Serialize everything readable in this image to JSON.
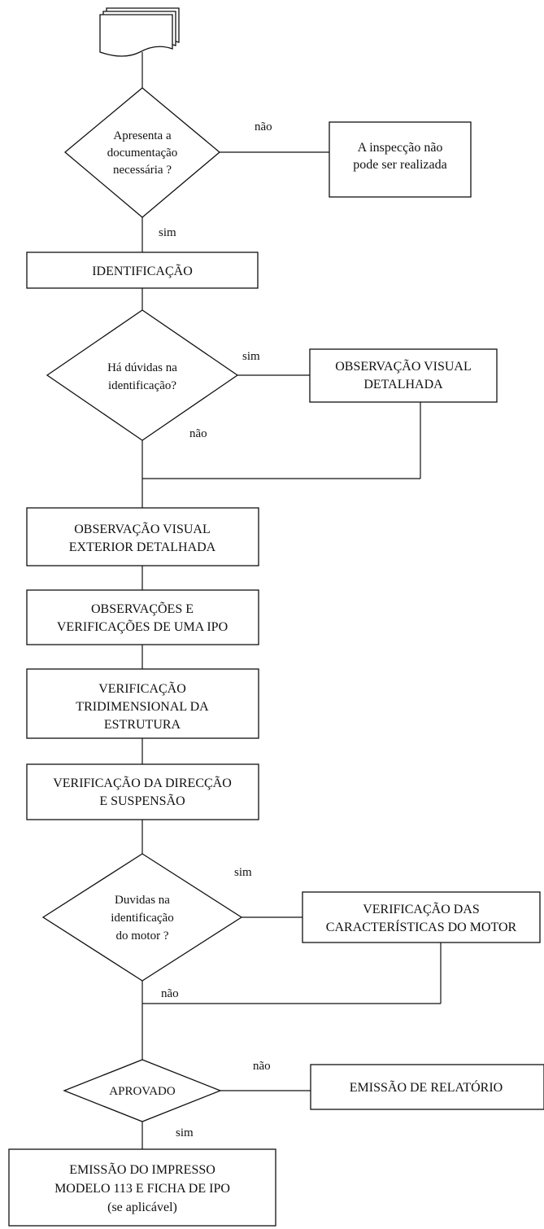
{
  "nodes": {
    "d1": {
      "lines": [
        "Apresenta a",
        "documentação",
        "necessária ?"
      ]
    },
    "b_no_insp": {
      "lines": [
        "A inspecção não",
        "pode ser realizada"
      ]
    },
    "b_ident": {
      "lines": [
        "IDENTIFICAÇÃO"
      ]
    },
    "d2": {
      "lines": [
        "Há dúvidas na",
        "identificação?"
      ]
    },
    "b_obs_det": {
      "lines": [
        "OBSERVAÇÃO VISUAL",
        "DETALHADA"
      ]
    },
    "b_obs_ext": {
      "lines": [
        "OBSERVAÇÃO VISUAL",
        "EXTERIOR DETALHADA"
      ]
    },
    "b_obs_ipo": {
      "lines": [
        "OBSERVAÇÕES E",
        "VERIFICAÇÕES DE UMA IPO"
      ]
    },
    "b_tri": {
      "lines": [
        "VERIFICAÇÃO",
        "TRIDIMENSIONAL DA",
        "ESTRUTURA"
      ]
    },
    "b_dir": {
      "lines": [
        "VERIFICAÇÃO DA DIRECÇÃO",
        "E SUSPENSÃO"
      ]
    },
    "d3": {
      "lines": [
        "Duvidas na",
        "identificação",
        "do motor ?"
      ]
    },
    "b_motor": {
      "lines": [
        "VERIFICAÇÃO DAS",
        "CARACTERÍSTICAS DO MOTOR"
      ]
    },
    "d4": {
      "lines": [
        "APROVADO"
      ]
    },
    "b_relat": {
      "lines": [
        "EMISSÃO DE RELATÓRIO"
      ]
    },
    "b_final": {
      "lines": [
        "EMISSÃO DO IMPRESSO",
        "MODELO 113 E FICHA DE IPO",
        "(se aplicável)"
      ]
    }
  },
  "edge_labels": {
    "d1_no": "não",
    "d1_yes": "sim",
    "d2_yes": "sim",
    "d2_no": "não",
    "d3_yes": "sim",
    "d3_no": "não",
    "d4_no": "não",
    "d4_yes": "sim"
  }
}
